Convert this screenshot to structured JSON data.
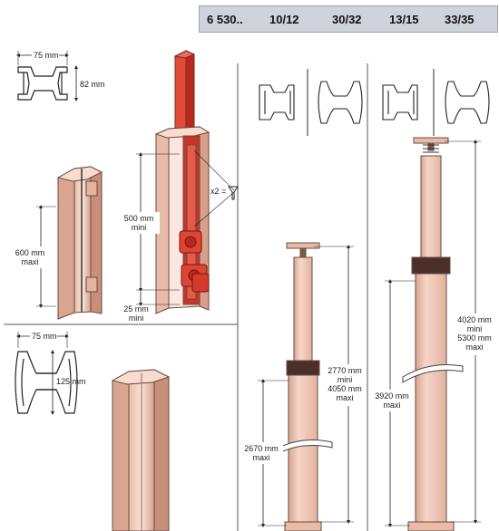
{
  "header": {
    "cells": [
      "6 530..",
      "10/12",
      "30/32",
      "13/15",
      "33/35"
    ]
  },
  "top_profile": {
    "width": "75 mm",
    "height": "82 mm"
  },
  "short_post": {
    "height": [
      "600 mm",
      "maxi"
    ]
  },
  "socket_column": {
    "height": [
      "500 mm",
      "mini"
    ],
    "clearance": [
      "25 mm",
      "mini"
    ],
    "screws": "x2 ="
  },
  "bottom_profile": {
    "width": "75 mm",
    "height": "125 mm"
  },
  "mid_telescopic": {
    "height_total": [
      "2770 mm",
      "mini",
      "4050 mm",
      "maxi"
    ],
    "height_base": [
      "2670 mm",
      "maxi"
    ]
  },
  "tall_telescopic": {
    "height_total": [
      "4020 mm",
      "mini",
      "5300 mm",
      "maxi"
    ],
    "height_base": [
      "3920 mm",
      "maxi"
    ]
  },
  "colors": {
    "post": "#f1c9b8",
    "post_dark": "#d9a590",
    "post_edge": "#6b4a3e",
    "socket": "#d8382a",
    "header_bg": "#cfd4dc",
    "line": "#222222"
  }
}
